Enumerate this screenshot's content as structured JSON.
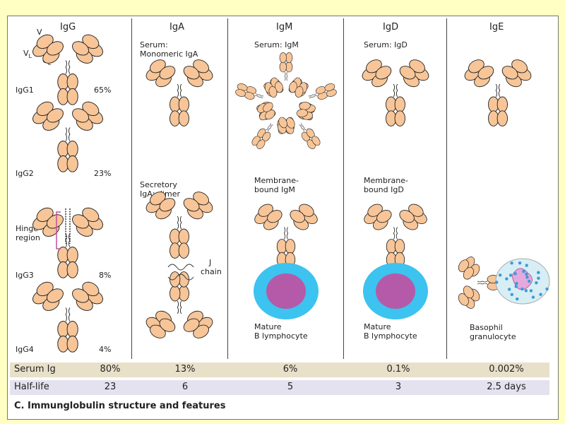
{
  "columns": [
    {
      "title": "IgG"
    },
    {
      "title": "IgA",
      "top_label_1": "Serum:",
      "top_label_2": "Monomeric IgA",
      "bottom_label_1": "Secretory",
      "bottom_label_2": "IgA; dimer",
      "chain_label_1": "J",
      "chain_label_2": "chain"
    },
    {
      "title": "IgM",
      "top_label_1": "Serum: IgM",
      "bottom_label_1": "Membrane-",
      "bottom_label_2": "bound IgM",
      "cell_label_1": "Mature",
      "cell_label_2": "B lymphocyte"
    },
    {
      "title": "IgD",
      "top_label_1": "Serum: IgD",
      "bottom_label_1": "Membrane-",
      "bottom_label_2": "bound IgD",
      "cell_label_1": "Mature",
      "cell_label_2": "B lymphocyte"
    },
    {
      "title": "IgE",
      "cell_label_1": "Basophil",
      "cell_label_2": "granulocyte"
    }
  ],
  "igg": {
    "domain_labels": {
      "v": "V",
      "vl": "V",
      "vl_sub": "L",
      "cl": "C",
      "cl_sub": "L"
    },
    "subclasses": [
      {
        "name": "IgG1",
        "percent": "65%"
      },
      {
        "name": "IgG2",
        "percent": "23%"
      },
      {
        "name": "IgG3",
        "percent": "8%"
      },
      {
        "name": "IgG4",
        "percent": "4%"
      }
    ],
    "hinge_label_1": "Hinge",
    "hinge_label_2": "region"
  },
  "table": {
    "rows": [
      {
        "label": "Serum Ig",
        "values": [
          "80%",
          "13%",
          "6%",
          "0.1%",
          "0.002%"
        ]
      },
      {
        "label": "Half-life",
        "values": [
          "23",
          "6",
          "5",
          "3",
          "2.5 days"
        ]
      }
    ]
  },
  "caption": "C. Immunglobulin structure and features",
  "colors": {
    "background": "#ffffc4",
    "domain_fill": "#f7c597",
    "membrane_blue": "#3cc3ef",
    "nucleus_magenta": "#b45aa8",
    "hinge_bracket": "#c0509e",
    "row_serum": "#e8e0c9",
    "row_halflife": "#e4e2ef"
  }
}
